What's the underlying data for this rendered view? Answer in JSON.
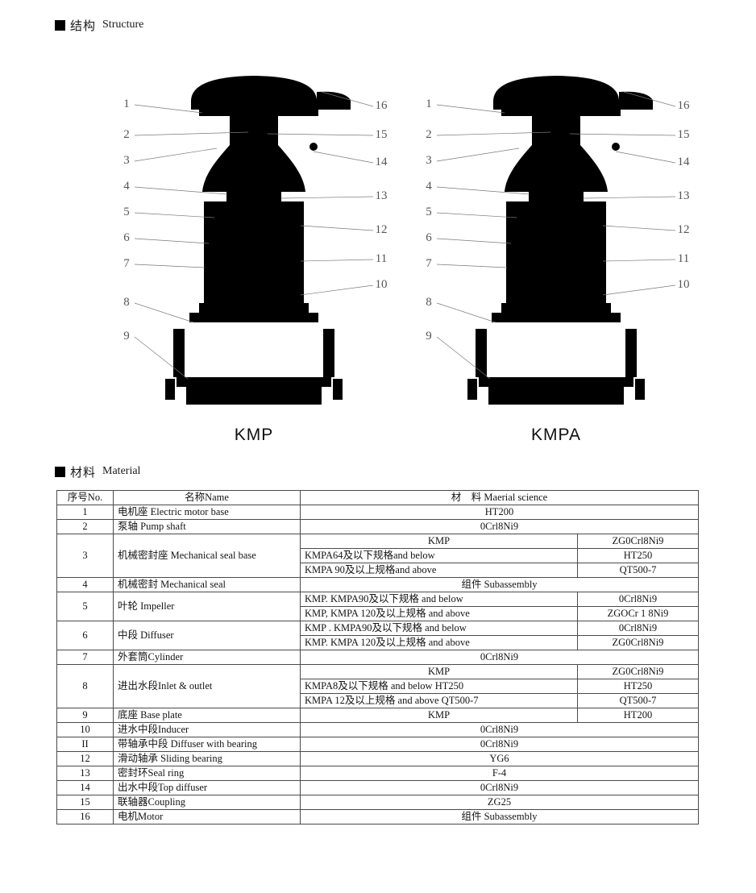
{
  "headings": {
    "structure_cn": "结构",
    "structure_en": "Structure",
    "material_cn": "材料",
    "material_en": "Material"
  },
  "diagrams": {
    "left_label": "KMP",
    "right_label": "KMPA",
    "callouts_left": [
      "1",
      "2",
      "3",
      "4",
      "5",
      "6",
      "7",
      "8",
      "9"
    ],
    "callouts_right": [
      "16",
      "15",
      "14",
      "13",
      "12",
      "11",
      "10"
    ]
  },
  "table": {
    "headers": {
      "no": "序号No.",
      "name": "名称Name",
      "material": "材　料  Maerial science"
    },
    "rows": [
      {
        "no": "1",
        "name": "电机座  Electric motor base",
        "material": "HT200"
      },
      {
        "no": "2",
        "name": "泵轴  Pump shaft",
        "material": "0Crl8Ni9"
      },
      {
        "no": "3",
        "name": "机械密封座  Mechanical seal base",
        "subs": [
          {
            "cond": "KMP",
            "mat": "ZG0Crl8Ni9"
          },
          {
            "cond": "KMPA64及以下规格and below",
            "mat": "HT250"
          },
          {
            "cond": "KMPA 90及以上规格and above",
            "mat": "QT500-7"
          }
        ]
      },
      {
        "no": "4",
        "name": "机械密封  Mechanical seal",
        "material": "组件  Subassembly"
      },
      {
        "no": "5",
        "name": "叶轮  Impeller",
        "subs": [
          {
            "cond": "KMP. KMPA90及以下规格  and below",
            "mat": "0Crl8Ni9"
          },
          {
            "cond": "KMP, KMPA 120及以上规格  and above",
            "mat": "ZGOCr 1 8Ni9"
          }
        ]
      },
      {
        "no": "6",
        "name": "中段  Diffuser",
        "subs": [
          {
            "cond": "KMP . KMPA90及以下规格  and below",
            "mat": "0Crl8Ni9"
          },
          {
            "cond": "KMP. KMPA 120及以上规格  and above",
            "mat": "ZG0Crl8Ni9"
          }
        ]
      },
      {
        "no": "7",
        "name": "外套筒Cylinder",
        "material": "0Crl8Ni9"
      },
      {
        "no": "8",
        "name": "进出水段Inlet & outlet",
        "subs": [
          {
            "cond": "KMP",
            "mat": "ZG0Crl8Ni9"
          },
          {
            "cond": "KMPA8及以下规格  and below HT250",
            "mat": "HT250"
          },
          {
            "cond": "KMPA 12及以上规格  and above QT500-7",
            "mat": "QT500-7"
          }
        ]
      },
      {
        "no": "9",
        "name": "底座  Base plate",
        "subs": [
          {
            "cond": "KMP",
            "mat": "HT200"
          }
        ]
      },
      {
        "no": "10",
        "name": "进水中段Inducer",
        "material": "0Crl8Ni9"
      },
      {
        "no": "II",
        "name": "带轴承中段  Diffuser with bearing",
        "material": "0Crl8Ni9"
      },
      {
        "no": "12",
        "name": "滑动轴承  Sliding bearing",
        "material": "YG6"
      },
      {
        "no": "13",
        "name": "密封环Seal ring",
        "material": "F-4"
      },
      {
        "no": "14",
        "name": "出水中段Top diffuser",
        "material": "0Crl8Ni9"
      },
      {
        "no": "15",
        "name": "联轴器Coupling",
        "material": "ZG25"
      },
      {
        "no": "16",
        "name": "电机Motor",
        "material": "组件  Subassembly"
      }
    ]
  }
}
